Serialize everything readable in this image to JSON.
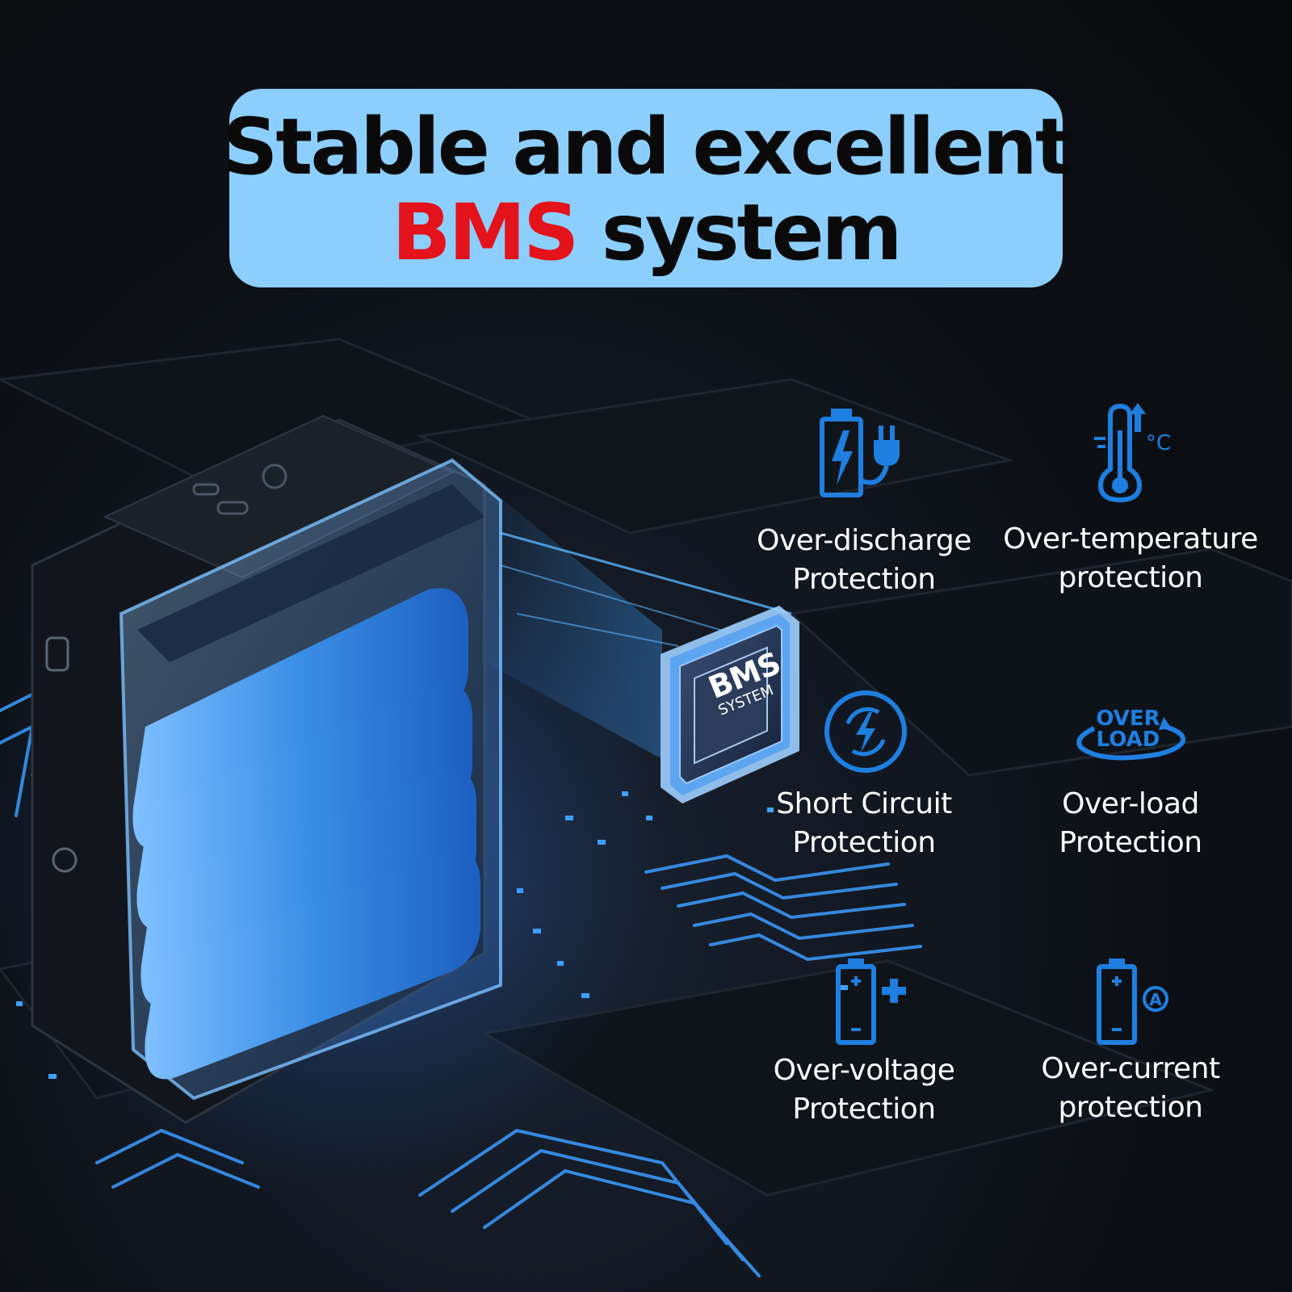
{
  "headline": {
    "line1": "Stable and excellent",
    "line2_accent": "BMS",
    "line2_rest": " system"
  },
  "chip": {
    "line1": "BMS",
    "line2": "SYSTEM"
  },
  "features": [
    {
      "line1": "Over-discharge",
      "line2": "Protection",
      "icon": "battery-plug-icon"
    },
    {
      "line1": "Over-temperature",
      "line2": "protection",
      "icon": "thermometer-icon"
    },
    {
      "line1": "Short Circuit",
      "line2": "Protection",
      "icon": "short-circuit-icon"
    },
    {
      "line1": "Over-load",
      "line2": "Protection",
      "icon": "overload-icon"
    },
    {
      "line1": "Over-voltage",
      "line2": "Protection",
      "icon": "battery-plus-icon"
    },
    {
      "line1": "Over-current",
      "line2": "protection",
      "icon": "battery-current-icon"
    }
  ],
  "icon_labels": {
    "overload_top": "OVER",
    "overload_bottom": "LOAD",
    "temp_unit": "°C",
    "current_symbol": "A"
  },
  "colors": {
    "headline_bg": "#8ccfff",
    "accent_red": "#e4121a",
    "icon_blue": "#1f7fe0",
    "cell_blue": "#3a8ee6"
  }
}
